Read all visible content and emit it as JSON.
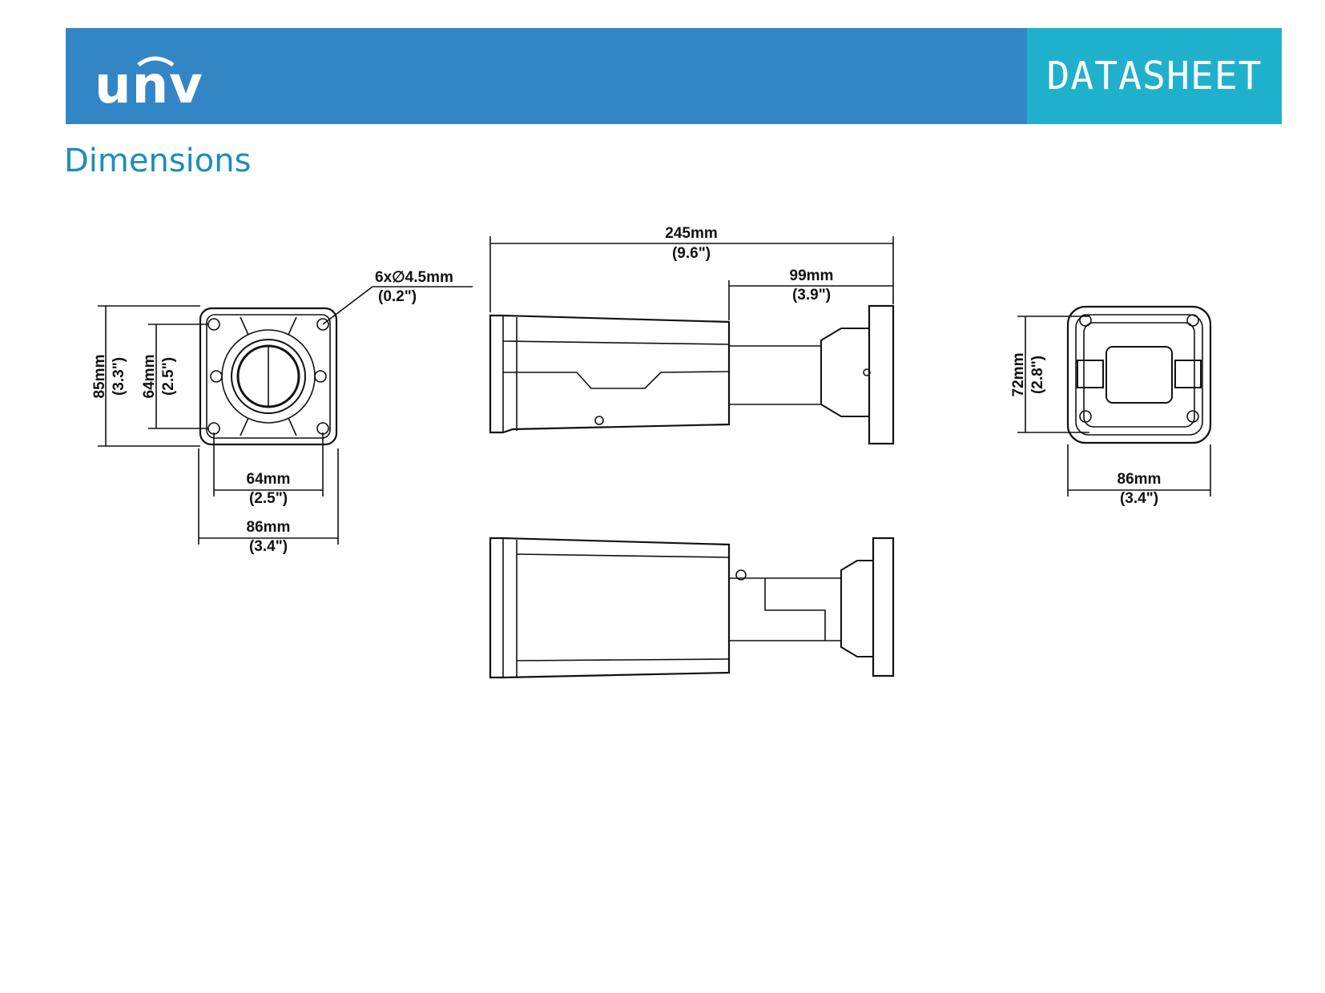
{
  "header": {
    "logo_text": "unv",
    "tag": "DATASHEET"
  },
  "page_title": "Dimensions",
  "dims": {
    "hole_mm": "6x∅4.5mm",
    "hole_in": "(0.2\")",
    "front_height_mm": "85mm",
    "front_height_in": "(3.3\")",
    "front_inner_h_mm": "64mm",
    "front_inner_h_in": "(2.5\")",
    "front_inner_w_mm": "64mm",
    "front_inner_w_in": "(2.5\")",
    "front_width_mm": "86mm",
    "front_width_in": "(3.4\")",
    "length_mm": "245mm",
    "length_in": "(9.6\")",
    "arm_mm": "99mm",
    "arm_in": "(3.9\")",
    "back_height_mm": "72mm",
    "back_height_in": "(2.8\")",
    "back_width_mm": "86mm",
    "back_width_in": "(3.4\")"
  }
}
